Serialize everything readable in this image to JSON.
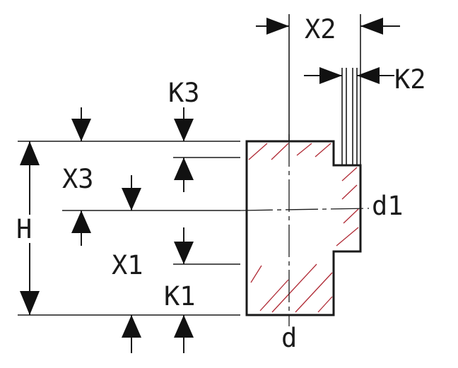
{
  "labels": {
    "x2": "X2",
    "k2": "K2",
    "k3": "K3",
    "x3": "X3",
    "h": "H",
    "d1": "d1",
    "x1": "X1",
    "k1": "K1",
    "d": "d"
  },
  "colors": {
    "line": "#1a1a1a",
    "hatch": "#b02a35",
    "background": "#ffffff"
  }
}
